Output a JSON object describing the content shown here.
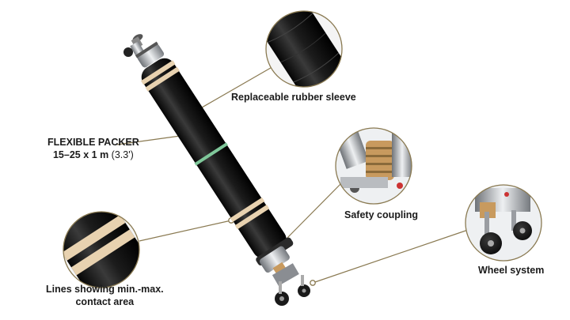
{
  "product": {
    "title": "FLEXIBLE PACKER",
    "size_bold": "15–25 x 1 m",
    "size_imperial": "(3.3')"
  },
  "callouts": {
    "sleeve": "Replaceable rubber sleeve",
    "coupling": "Safety coupling",
    "wheel": "Wheel system",
    "lines_line1": "Lines showing min.-max.",
    "lines_line2": "contact area"
  },
  "colors": {
    "leader_line": "#8a7a52",
    "sleeve_body": "#1a1a1a",
    "contact_band": "#e8d2b0",
    "marker_band": "#7fc79a",
    "metal": "#b9bcc0",
    "brass": "#c89a5e"
  }
}
